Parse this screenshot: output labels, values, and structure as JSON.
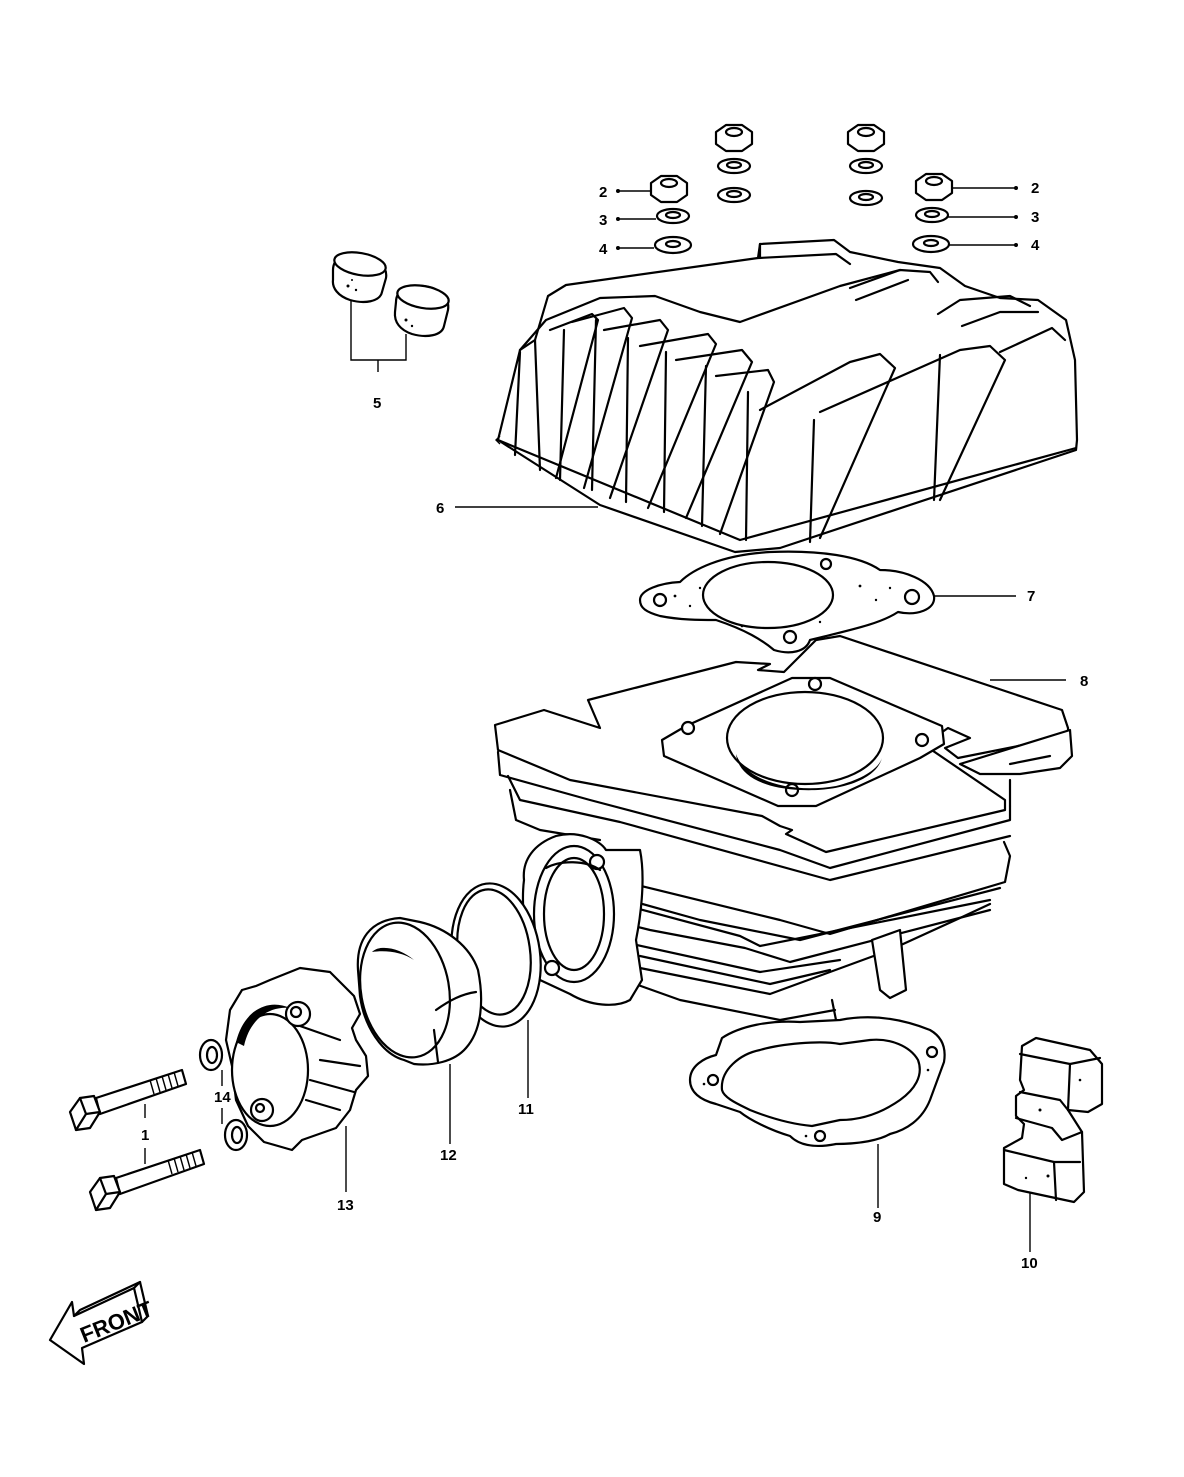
{
  "diagram": {
    "front_label": "FRONT",
    "callouts": {
      "c1": "1",
      "c2a": "2",
      "c2b": "2",
      "c3a": "3",
      "c3b": "3",
      "c4a": "4",
      "c4b": "4",
      "c5": "5",
      "c6": "6",
      "c7": "7",
      "c8": "8",
      "c9": "9",
      "c10": "10",
      "c11": "11",
      "c12": "12",
      "c13": "13",
      "c14": "14"
    }
  }
}
